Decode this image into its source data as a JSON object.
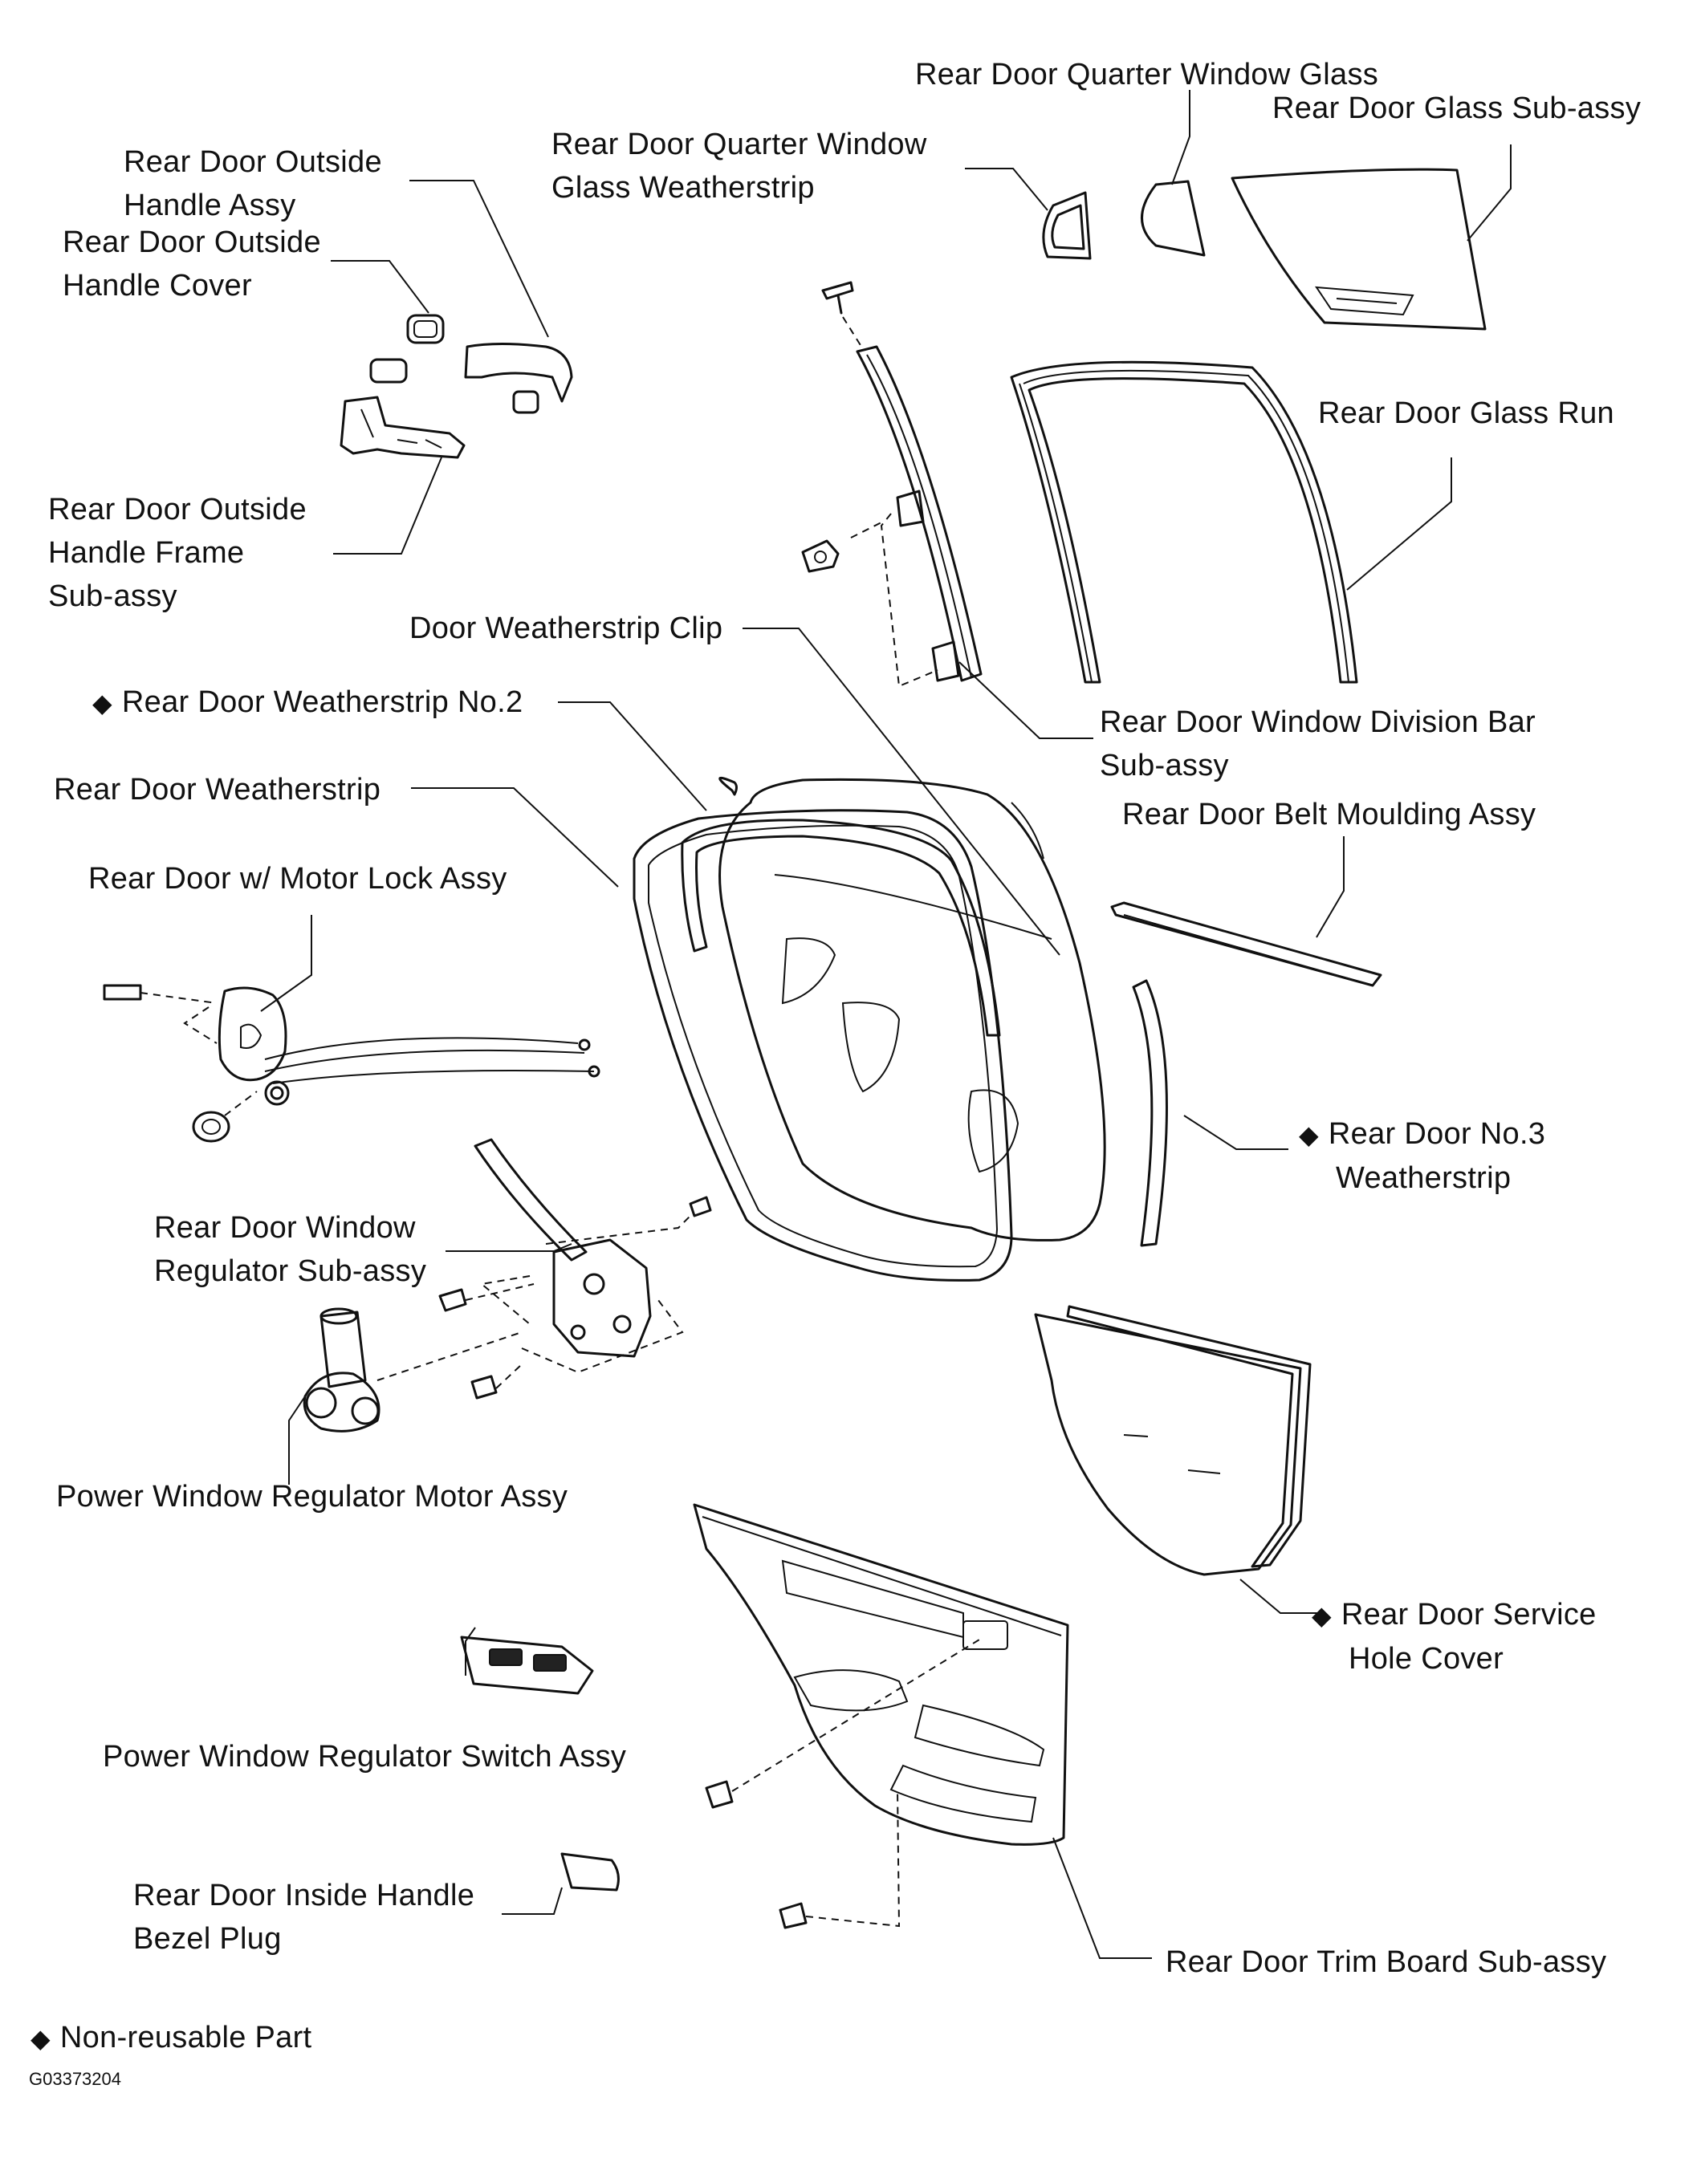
{
  "labels": {
    "quarter_window_glass": "Rear Door Quarter Window Glass",
    "glass_sub_assy": "Rear Door Glass Sub-assy",
    "quarter_weatherstrip": [
      "Rear Door Quarter Window",
      "Glass Weatherstrip"
    ],
    "outside_handle_assy": [
      "Rear Door Outside",
      "Handle Assy"
    ],
    "outside_handle_cover": [
      "Rear Door Outside",
      "Handle Cover"
    ],
    "glass_run": "Rear Door Glass Run",
    "outside_handle_frame": [
      "Rear Door Outside",
      "Handle Frame",
      "Sub-assy"
    ],
    "weatherstrip_clip": "Door Weatherstrip Clip",
    "weatherstrip_no2": "Rear Door Weatherstrip No.2",
    "division_bar": [
      "Rear Door Window Division Bar",
      "Sub-assy"
    ],
    "weatherstrip": "Rear Door Weatherstrip",
    "belt_moulding": "Rear Door Belt Moulding Assy",
    "motor_lock": "Rear Door w/ Motor Lock Assy",
    "no3_weatherstrip": [
      "Rear Door No.3",
      "Weatherstrip"
    ],
    "window_regulator": [
      "Rear Door Window",
      "Regulator Sub-assy"
    ],
    "regulator_motor": "Power Window Regulator Motor Assy",
    "service_hole_cover": [
      "Rear Door Service",
      "Hole Cover"
    ],
    "regulator_switch": "Power Window Regulator Switch Assy",
    "bezel_plug": [
      "Rear Door Inside Handle",
      "Bezel Plug"
    ],
    "trim_board": "Rear Door Trim Board Sub-assy"
  },
  "legend": {
    "symbol": "◆",
    "text": "Non-reusable Part"
  },
  "figure_id": "G03373204",
  "icons": {
    "non_reusable_marker": "diamond-icon"
  }
}
